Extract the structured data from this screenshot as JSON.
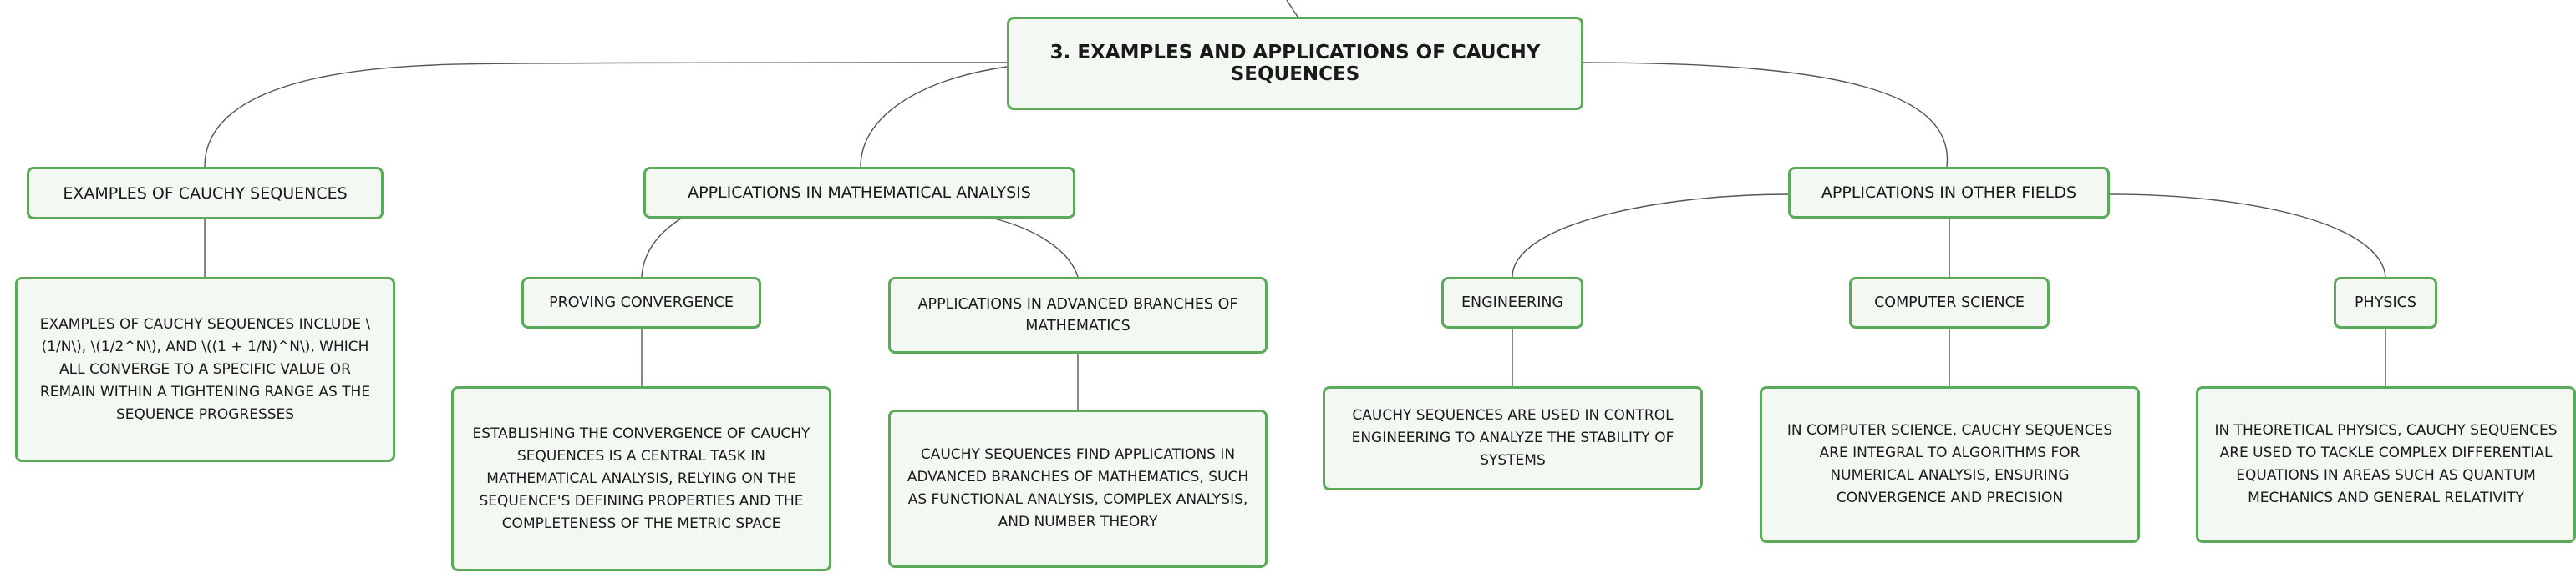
{
  "root": {
    "label": "3. EXAMPLES AND APPLICATIONS OF CAUCHY SEQUENCES"
  },
  "examples": {
    "label": "EXAMPLES OF CAUCHY SEQUENCES",
    "detail": "EXAMPLES OF CAUCHY SEQUENCES INCLUDE \\(1/N\\), \\(1/2^N\\), AND \\((1 + 1/N)^N\\), WHICH ALL CONVERGE TO A SPECIFIC VALUE OR REMAIN WITHIN A TIGHTENING RANGE AS THE SEQUENCE PROGRESSES"
  },
  "analysis": {
    "label": "APPLICATIONS IN MATHEMATICAL ANALYSIS",
    "proving": {
      "label": "PROVING CONVERGENCE",
      "detail": "ESTABLISHING THE CONVERGENCE OF CAUCHY SEQUENCES IS A CENTRAL TASK IN MATHEMATICAL ANALYSIS, RELYING ON THE SEQUENCE'S DEFINING PROPERTIES AND THE COMPLETENESS OF THE METRIC SPACE"
    },
    "advanced": {
      "label": "APPLICATIONS IN ADVANCED BRANCHES OF MATHEMATICS",
      "detail": "CAUCHY SEQUENCES FIND APPLICATIONS IN ADVANCED BRANCHES OF MATHEMATICS, SUCH AS FUNCTIONAL ANALYSIS, COMPLEX ANALYSIS, AND NUMBER THEORY"
    }
  },
  "other": {
    "label": "APPLICATIONS IN OTHER FIELDS",
    "engineering": {
      "label": "ENGINEERING",
      "detail": "CAUCHY SEQUENCES ARE USED IN CONTROL ENGINEERING TO ANALYZE THE STABILITY OF SYSTEMS"
    },
    "cs": {
      "label": "COMPUTER SCIENCE",
      "detail": "IN COMPUTER SCIENCE, CAUCHY SEQUENCES ARE INTEGRAL TO ALGORITHMS FOR NUMERICAL ANALYSIS, ENSURING CONVERGENCE AND PRECISION"
    },
    "physics": {
      "label": "PHYSICS",
      "detail": "IN THEORETICAL PHYSICS, CAUCHY SEQUENCES ARE USED TO TACKLE COMPLEX DIFFERENTIAL EQUATIONS IN AREAS SUCH AS QUANTUM MECHANICS AND GENERAL RELATIVITY"
    }
  },
  "colors": {
    "node_border": "#5aaa5a",
    "node_fill": "#f3f8f3",
    "connector": "#555555"
  }
}
